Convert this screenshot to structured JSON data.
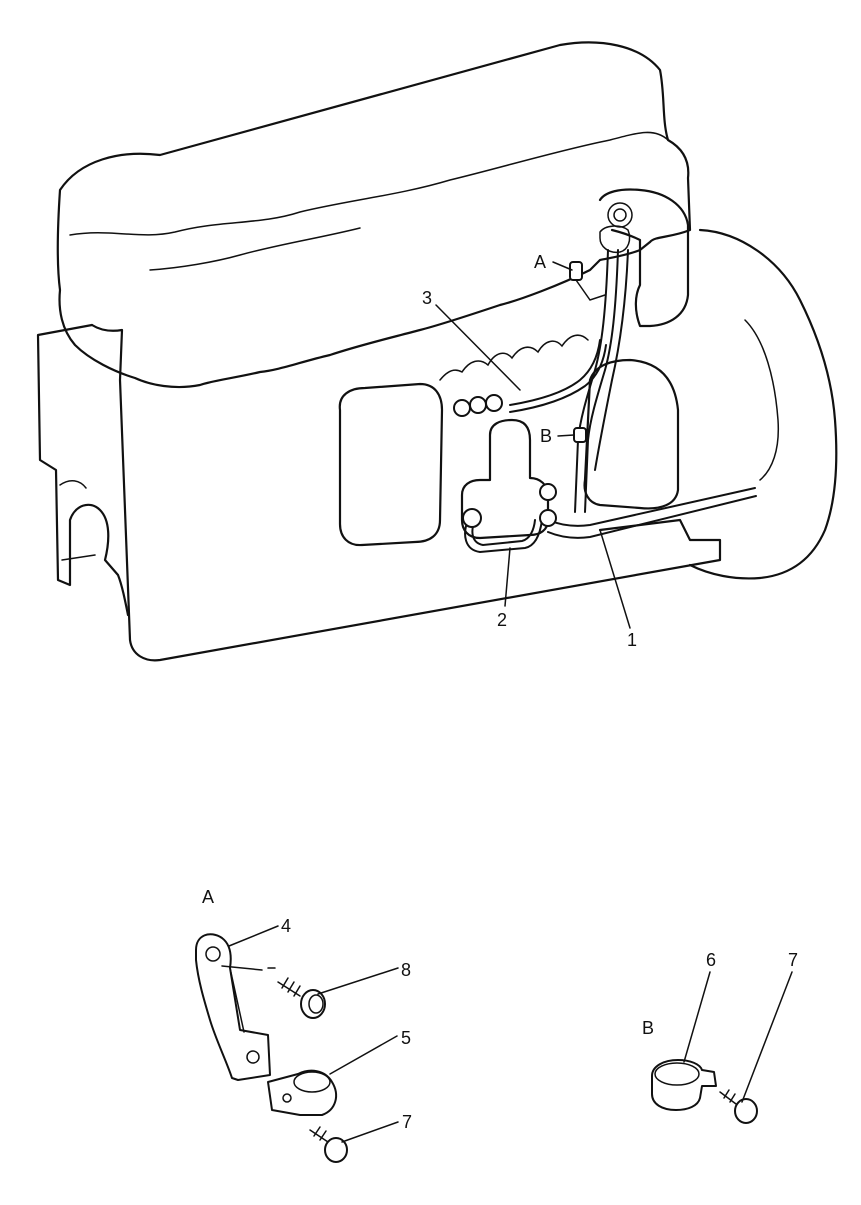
{
  "labels": {
    "view_a": "A",
    "view_b": "B",
    "tube_1": "1",
    "tube_2": "2",
    "tube_3": "3",
    "detail_a": "A",
    "detail_b": "B",
    "bracket_4": "4",
    "clamp_5": "5",
    "clamp_6": "6",
    "bolt_7_a": "7",
    "bolt_7_b": "7",
    "bolt_8": "8"
  }
}
